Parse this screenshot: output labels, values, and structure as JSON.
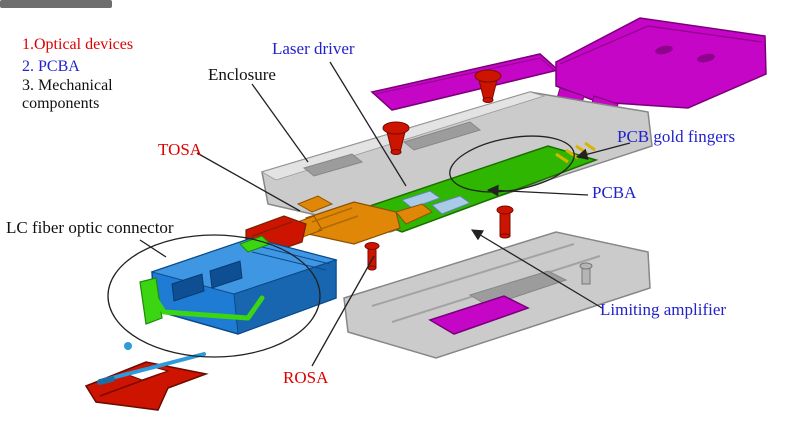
{
  "legend": {
    "items": [
      {
        "text": "1.Optical devices",
        "color": "#dd0000"
      },
      {
        "text": "2. PCBA",
        "color": "#2222cc"
      },
      {
        "text": "3. Mechanical components",
        "color": "#111111"
      }
    ]
  },
  "callouts": {
    "laser_driver": "Laser driver",
    "enclosure": "Enclosure",
    "pcb_gold_fingers": "PCB gold fingers",
    "tosa": "TOSA",
    "pcba": "PCBA",
    "lc_fiber_optic_connector": "LC fiber optic connector",
    "limiting_amplifier": "Limiting amplifier",
    "rosa": "ROSA"
  },
  "colors": {
    "label_red": "#dd0000",
    "label_blue": "#2222cc",
    "label_black": "#111111",
    "callout_line": "#222222",
    "magenta_part": "#c606c6",
    "gray_part": "#cbcbcb",
    "pcb_green": "#2fb600",
    "chip_blue": "#a9cbe8",
    "orange_part": "#e08708",
    "connector_blue": "#1e7cd4",
    "latch_green": "#3bd512",
    "red_part": "#cc1400",
    "screw_blue": "#2f9ad8"
  }
}
